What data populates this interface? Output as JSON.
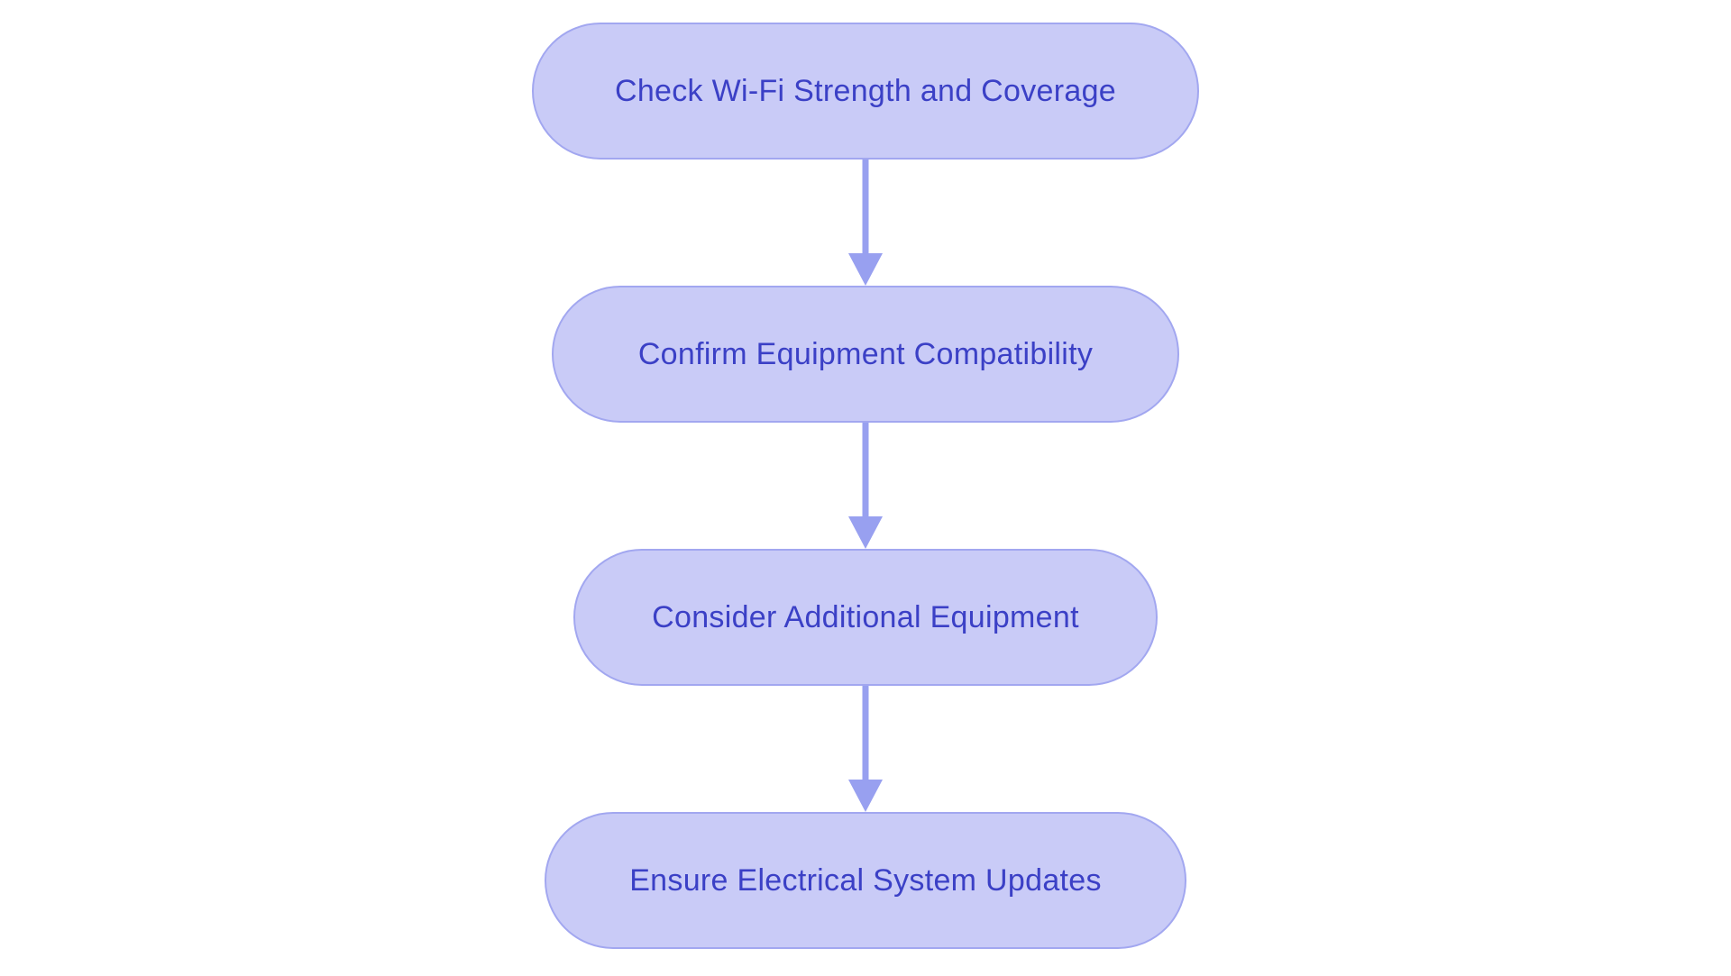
{
  "diagram": {
    "type": "flowchart",
    "direction": "top-down",
    "steps": [
      {
        "id": 1,
        "label": "Check Wi-Fi Strength and Coverage"
      },
      {
        "id": 2,
        "label": "Confirm Equipment Compatibility"
      },
      {
        "id": 3,
        "label": "Consider Additional Equipment"
      },
      {
        "id": 4,
        "label": "Ensure Electrical System Updates"
      }
    ],
    "connectors": [
      {
        "from": 1,
        "to": 2,
        "style": "arrow-down"
      },
      {
        "from": 2,
        "to": 3,
        "style": "arrow-down"
      },
      {
        "from": 3,
        "to": 4,
        "style": "arrow-down"
      }
    ]
  },
  "colors": {
    "background": "#ffffff",
    "node_fill": "#c9cbf7",
    "node_border": "#a2a7f0",
    "node_text": "#3b40c6",
    "arrow": "#98a0f0"
  }
}
